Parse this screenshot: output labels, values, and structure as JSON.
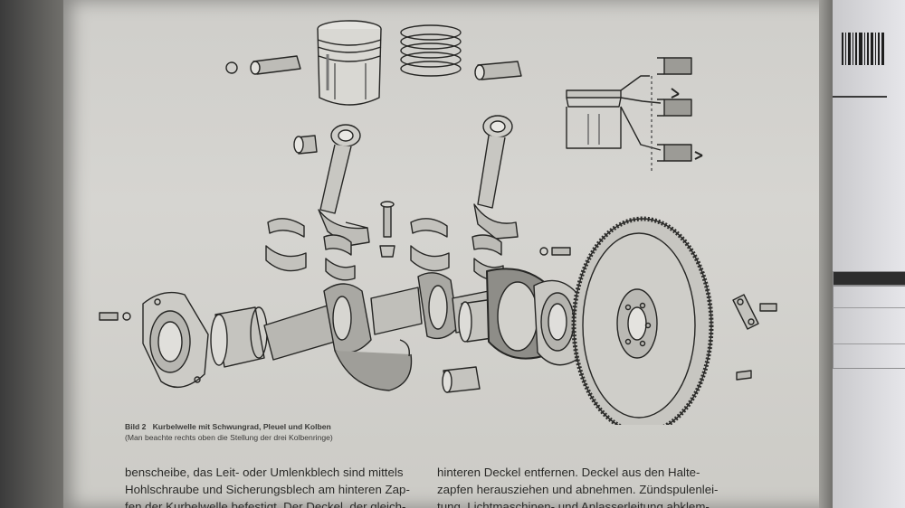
{
  "figure": {
    "label": "Bild 2",
    "title": "Kurbelwelle mit Schwungrad, Pleuel und Kolben",
    "note": "(Man beachte rechts oben die Stellung der drei Kolbenringe)"
  },
  "body_text": {
    "left_column": [
      "benscheibe, das Leit- oder Umlenkblech sind mittels",
      "Hohlschraube und Sicherungsblech am hinteren Zap-",
      "fen der Kurbelwelle befestigt. Der Deckel, der gleich-"
    ],
    "right_column": [
      "hinteren Deckel entfernen. Deckel aus den Halte-",
      "zapfen herausziehen und abnehmen. Zündspulenlei-",
      "tung, Lichtmaschinen- und Anlasserleitung abklem-"
    ]
  },
  "colors": {
    "paper": "#d3d2ce",
    "ink": "#2a2a28",
    "background": "#4a4a4a"
  }
}
